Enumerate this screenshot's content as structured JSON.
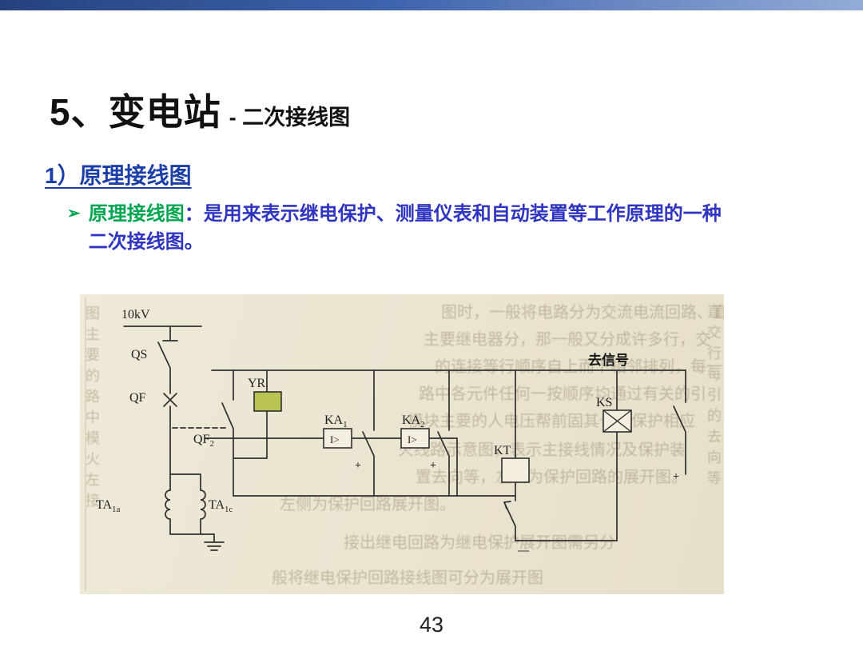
{
  "slide": {
    "title_main": "5、变电站",
    "title_sub": "- 二次接线图",
    "heading": "1）原理接线图",
    "bullet": {
      "marker": "➢",
      "term": "原理接线图",
      "description": "：是用来表示继电保护、测量仪表和自动装置等工作原理的一种二次接线图。"
    },
    "page_number": "43"
  },
  "colors": {
    "accent_bar_left": "#24427e",
    "accent_bar_right": "#93abd6",
    "heading_blue": "#1b3fa6",
    "body_blue": "#2f35c0",
    "term_green": "#00a550",
    "paper": "#ece6d3",
    "yr_box_fill": "#b9c352",
    "ink": "#2f2f2f"
  },
  "diagram": {
    "labels": {
      "voltage": "10kV",
      "qs": "QS",
      "qf": "QF",
      "qf2_main": "QF",
      "qf2_sub": "2",
      "yr": "YR",
      "ka_main": "KA",
      "ka1_sub": "1",
      "ka2_sub": "2",
      "overcurrent": "I>",
      "kt": "KT",
      "ks": "KS",
      "ta_main": "TA",
      "ta1a_sub": "1a",
      "ta1c_sub": "1c",
      "to_signal": "去信号",
      "plus": "+",
      "minus": "—"
    },
    "ghost_text": [
      "图时，一般将电路分为交流电流回路、直",
      "主要继电器分，那一般又分成许多行，交",
      "的连接等行顺序自上而下相邻排列，每一",
      "路中各元件任何一按顺序均通过有关的引",
      "模块主要的人电压帮前固其也能保护相应",
      "火线路示意图，表示主接线情况及保护装",
      "置去向等，左右为保护回路的展开图。",
      "左侧为保护回路展开图。",
      "接出继电回路为继电保护展开图需另分",
      "般将继电保护回路接线图可分为展开图",
      "图主要的路中模火左接",
      "直交行每引的去向等"
    ]
  }
}
